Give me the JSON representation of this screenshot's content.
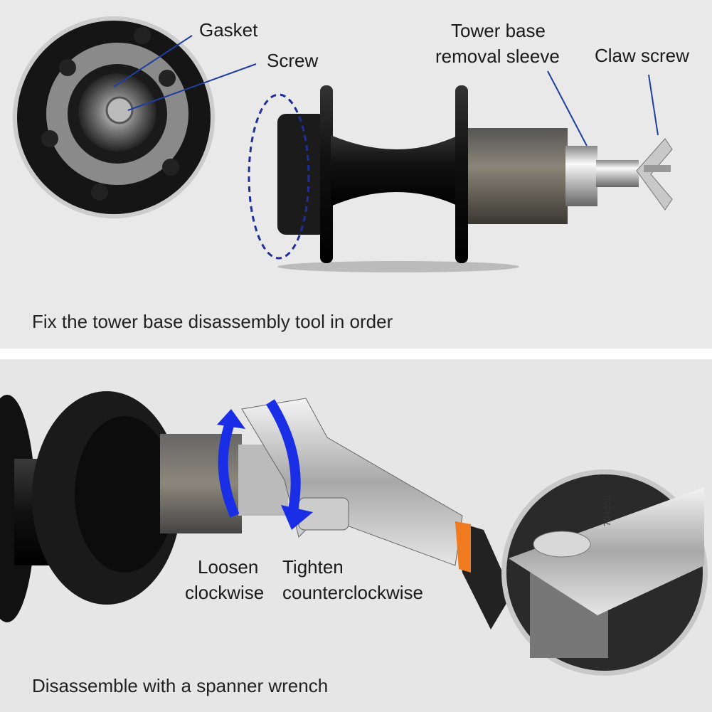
{
  "top_panel": {
    "labels": {
      "gasket": "Gasket",
      "screw": "Screw",
      "tower_base_line1": "Tower base",
      "tower_base_line2": "removal sleeve",
      "claw_screw": "Claw screw"
    },
    "caption": "Fix the tower base disassembly tool in order"
  },
  "bottom_panel": {
    "labels": {
      "loosen_line1": "Loosen",
      "loosen_line2": "clockwise",
      "tighten_line1": "Tighten",
      "tighten_line2": "counterclockwise",
      "wrench_marking": "704608"
    },
    "caption": "Disassemble with a spanner wrench"
  },
  "colors": {
    "arrow": "#1a2ee6",
    "pointer_line": "#1f3fa0",
    "grip": "#f07a20",
    "background": "#e9e9e9"
  }
}
